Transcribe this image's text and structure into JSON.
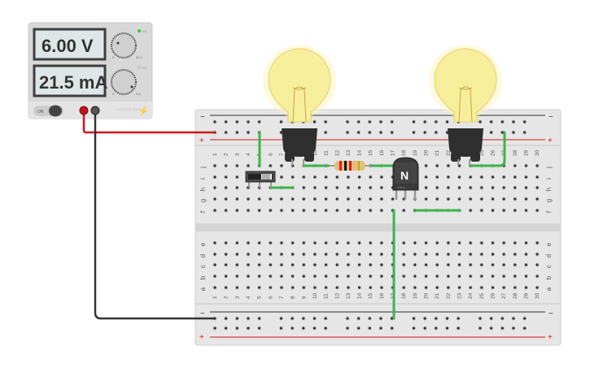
{
  "power_supply": {
    "voltage_display": "6.00 V",
    "current_display": "21.5 mA",
    "voltage_knob_min": "0",
    "voltage_knob_max": "30 V",
    "current_knob_min": "0",
    "current_knob_max": "5 A",
    "cv_label": "CV",
    "cc_label": "CC",
    "power_switch_label": "ON",
    "brand_label": "VOLTAGE SUPPLY",
    "cv_led_color": "#2ecc40"
  },
  "breadboard": {
    "columns": [
      "1",
      "2",
      "3",
      "4",
      "5",
      "6",
      "7",
      "8",
      "9",
      "10",
      "11",
      "12",
      "13",
      "14",
      "15",
      "16",
      "17",
      "18",
      "19",
      "20",
      "21",
      "22",
      "23",
      "24",
      "25",
      "26",
      "27",
      "28",
      "29",
      "30"
    ],
    "upper_rows": [
      "j",
      "i",
      "h",
      "g",
      "f"
    ],
    "lower_rows": [
      "e",
      "d",
      "c",
      "b",
      "a"
    ],
    "rail_minus": "−",
    "rail_plus": "+"
  },
  "transistor": {
    "label": "N",
    "pins": "c b e"
  },
  "colors": {
    "wire_positive": "#d0161b",
    "wire_ground": "#333333",
    "jumper": "#3bb44a",
    "rail_red": "#d0161b"
  }
}
